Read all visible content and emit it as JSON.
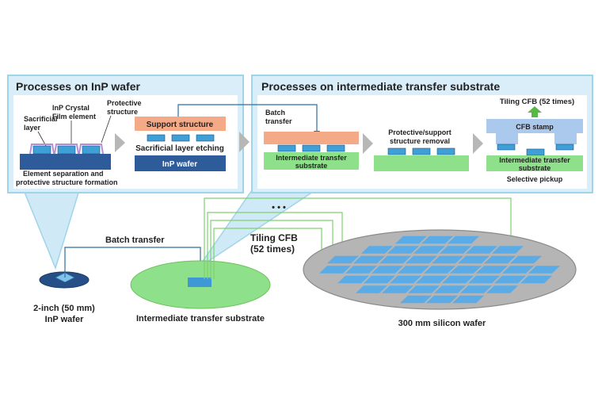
{
  "panel_left": {
    "title": "Processes on InP wafer",
    "label_sacrificial": [
      "Sacrificial",
      "layer"
    ],
    "label_crystal": [
      "InP Crystal",
      "Film element"
    ],
    "label_protective": [
      "Protective",
      "structure"
    ],
    "caption": [
      "Element separation and",
      "protective structure formation"
    ],
    "support_label": "Support structure",
    "etch_label": "Sacrificial layer etching",
    "inp_wafer_label": "InP wafer"
  },
  "panel_right": {
    "title": "Processes on intermediate transfer substrate",
    "batch_label": [
      "Batch",
      "transfer"
    ],
    "substrate_label": [
      "Intermediate transfer",
      "substrate"
    ],
    "removal_label": [
      "Protective/support",
      "structure removal"
    ],
    "tiling_label": "Tiling CFB (52 times)",
    "stamp_label": "CFB stamp",
    "pickup_label": "Selective pickup"
  },
  "bottom": {
    "ellipsis": "• • •",
    "tiling_label": [
      "Tiling CFB",
      "(52 times)"
    ],
    "batch_label": "Batch transfer",
    "inp_wafer_caption": [
      "2-inch (50 mm)",
      "InP wafer"
    ],
    "intermediate_caption": "Intermediate transfer substrate",
    "silicon_caption": "300 mm silicon wafer"
  },
  "colors": {
    "panel_border": "#9fd4ea",
    "inp_wafer": "#2e5b9a",
    "support": "#f4a987",
    "substrate": "#8ee08a",
    "element": "#3fa0d8",
    "stamp": "#aac9ec",
    "arrow_up": "#58b845",
    "silicon": "#b3b3b3",
    "tile": "#5aabe6",
    "link_line": "#2c6fa0",
    "green_line": "#7fd06e"
  }
}
